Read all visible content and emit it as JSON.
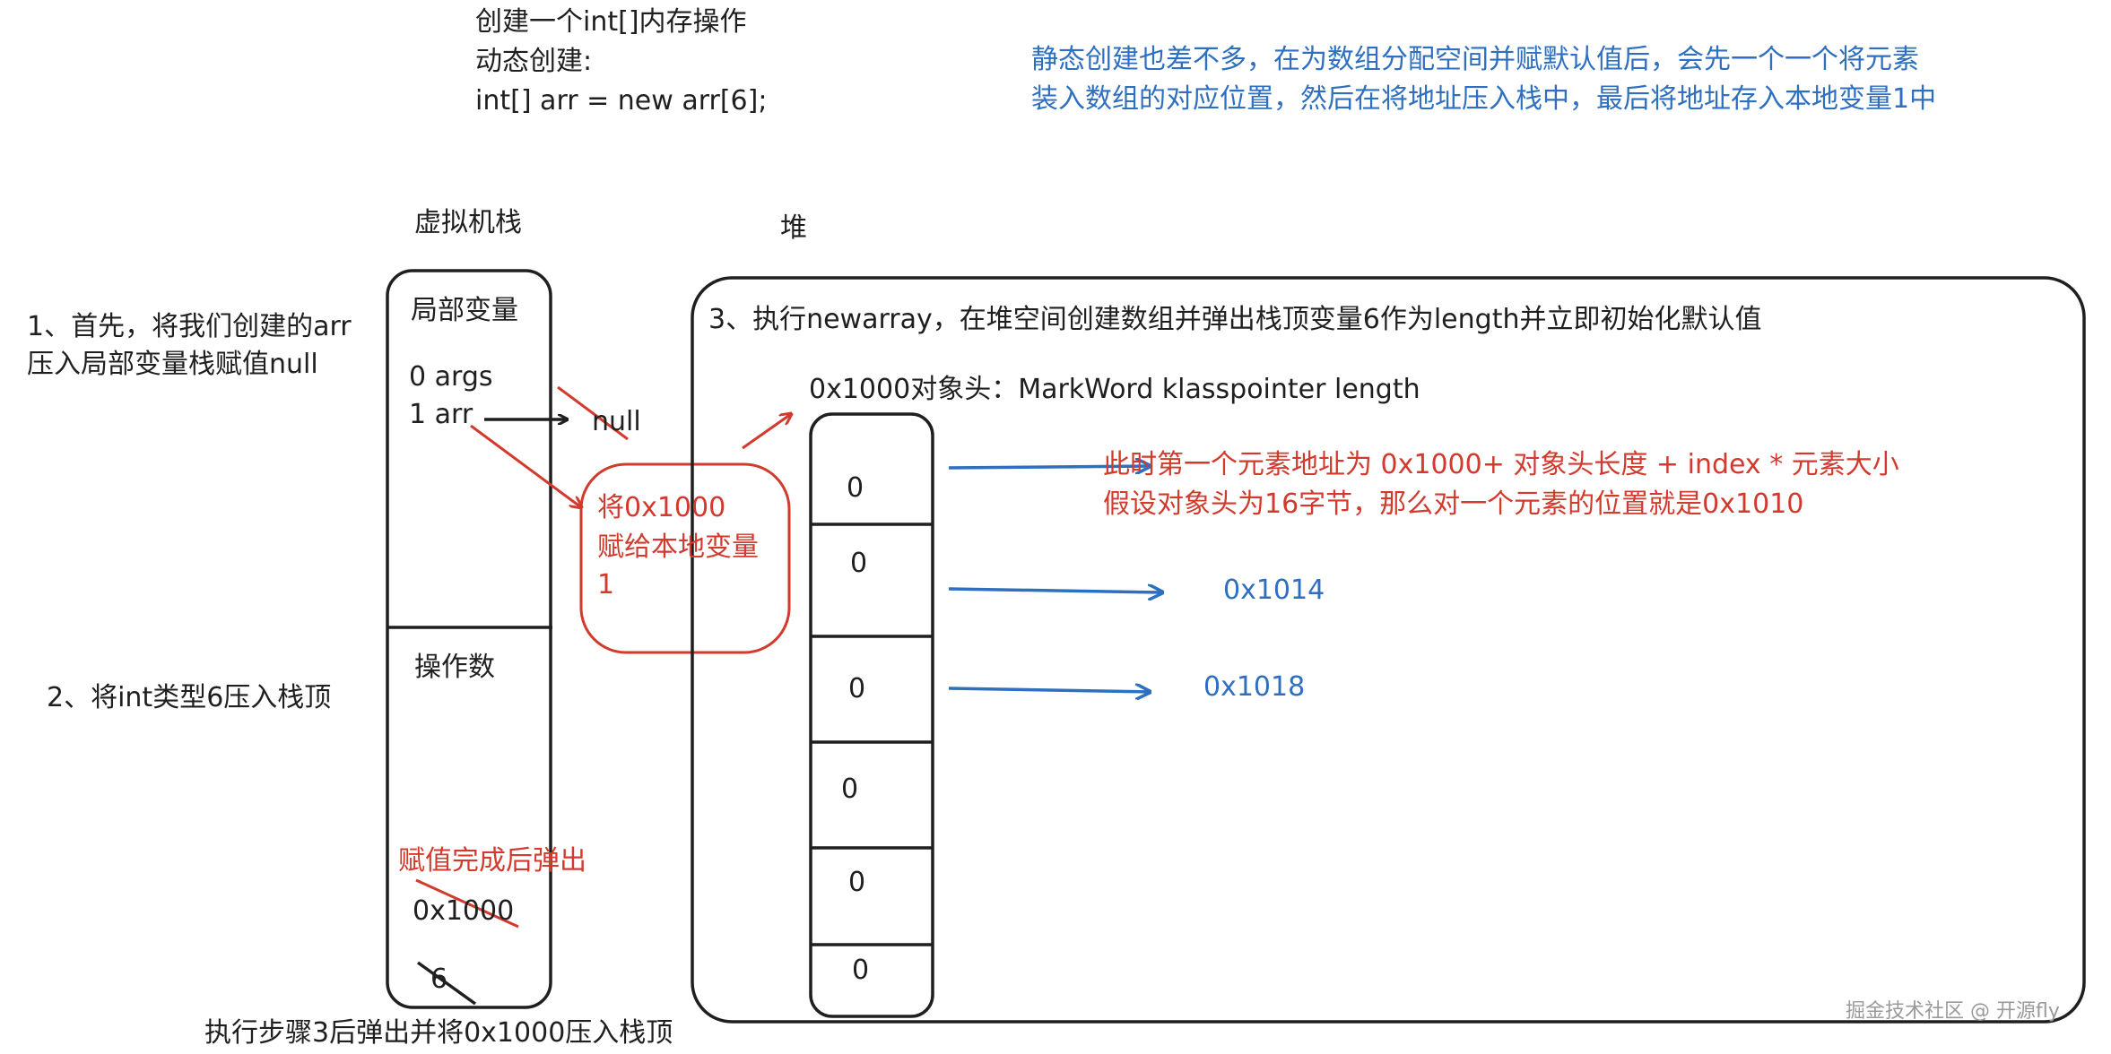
{
  "header": {
    "line1": "创建一个int[]内存操作",
    "line2": "动态创建:",
    "line3": "int[] arr = new arr[6];"
  },
  "note_static": {
    "line1": "静态创建也差不多，在为数组分配空间并赋默认值后，会先一个一个将元素",
    "line2": "装入数组的对应位置，然后在将地址压入栈中，最后将地址存入本地变量1中"
  },
  "stack": {
    "title": "虚拟机栈",
    "locals_label": "局部变量",
    "local0": "0 args",
    "local1": "1 arr",
    "null_text": "null",
    "operands_label": "操作数",
    "pop_note": "赋值完成后弹出",
    "operand_addr": "0x1000",
    "operand_six": "6"
  },
  "heap": {
    "title": "堆",
    "step3": "3、执行newarray，在堆空间创建数组并弹出栈顶变量6作为length并立即初始化默认值",
    "header_label": "0x1000对象头：MarkWord klasspointer length",
    "cells": [
      "0",
      "0",
      "0",
      "0",
      "0",
      "0"
    ],
    "addr_note_line1": "此时第一个元素地址为 0x1000+ 对象头长度 + index  * 元素大小",
    "addr_note_line2": "假设对象头为16字节，那么对一个元素的位置就是0x1010",
    "addr2": "0x1014",
    "addr3": "0x1018"
  },
  "steps": {
    "step1_line1": "1、首先，将我们创建的arr",
    "step1_line2": "压入局部变量栈赋值null",
    "step2": "2、将int类型6压入栈顶",
    "assign_line1": "将0x1000",
    "assign_line2": "赋给本地变量",
    "assign_line3": "1",
    "bottom": "执行步骤3后弹出并将0x1000压入栈顶"
  },
  "watermark": "掘金技术社区 @ 开源fly",
  "colors": {
    "ink": "#1f1f1f",
    "red": "#d23a2e",
    "blue": "#2e6fc0"
  }
}
